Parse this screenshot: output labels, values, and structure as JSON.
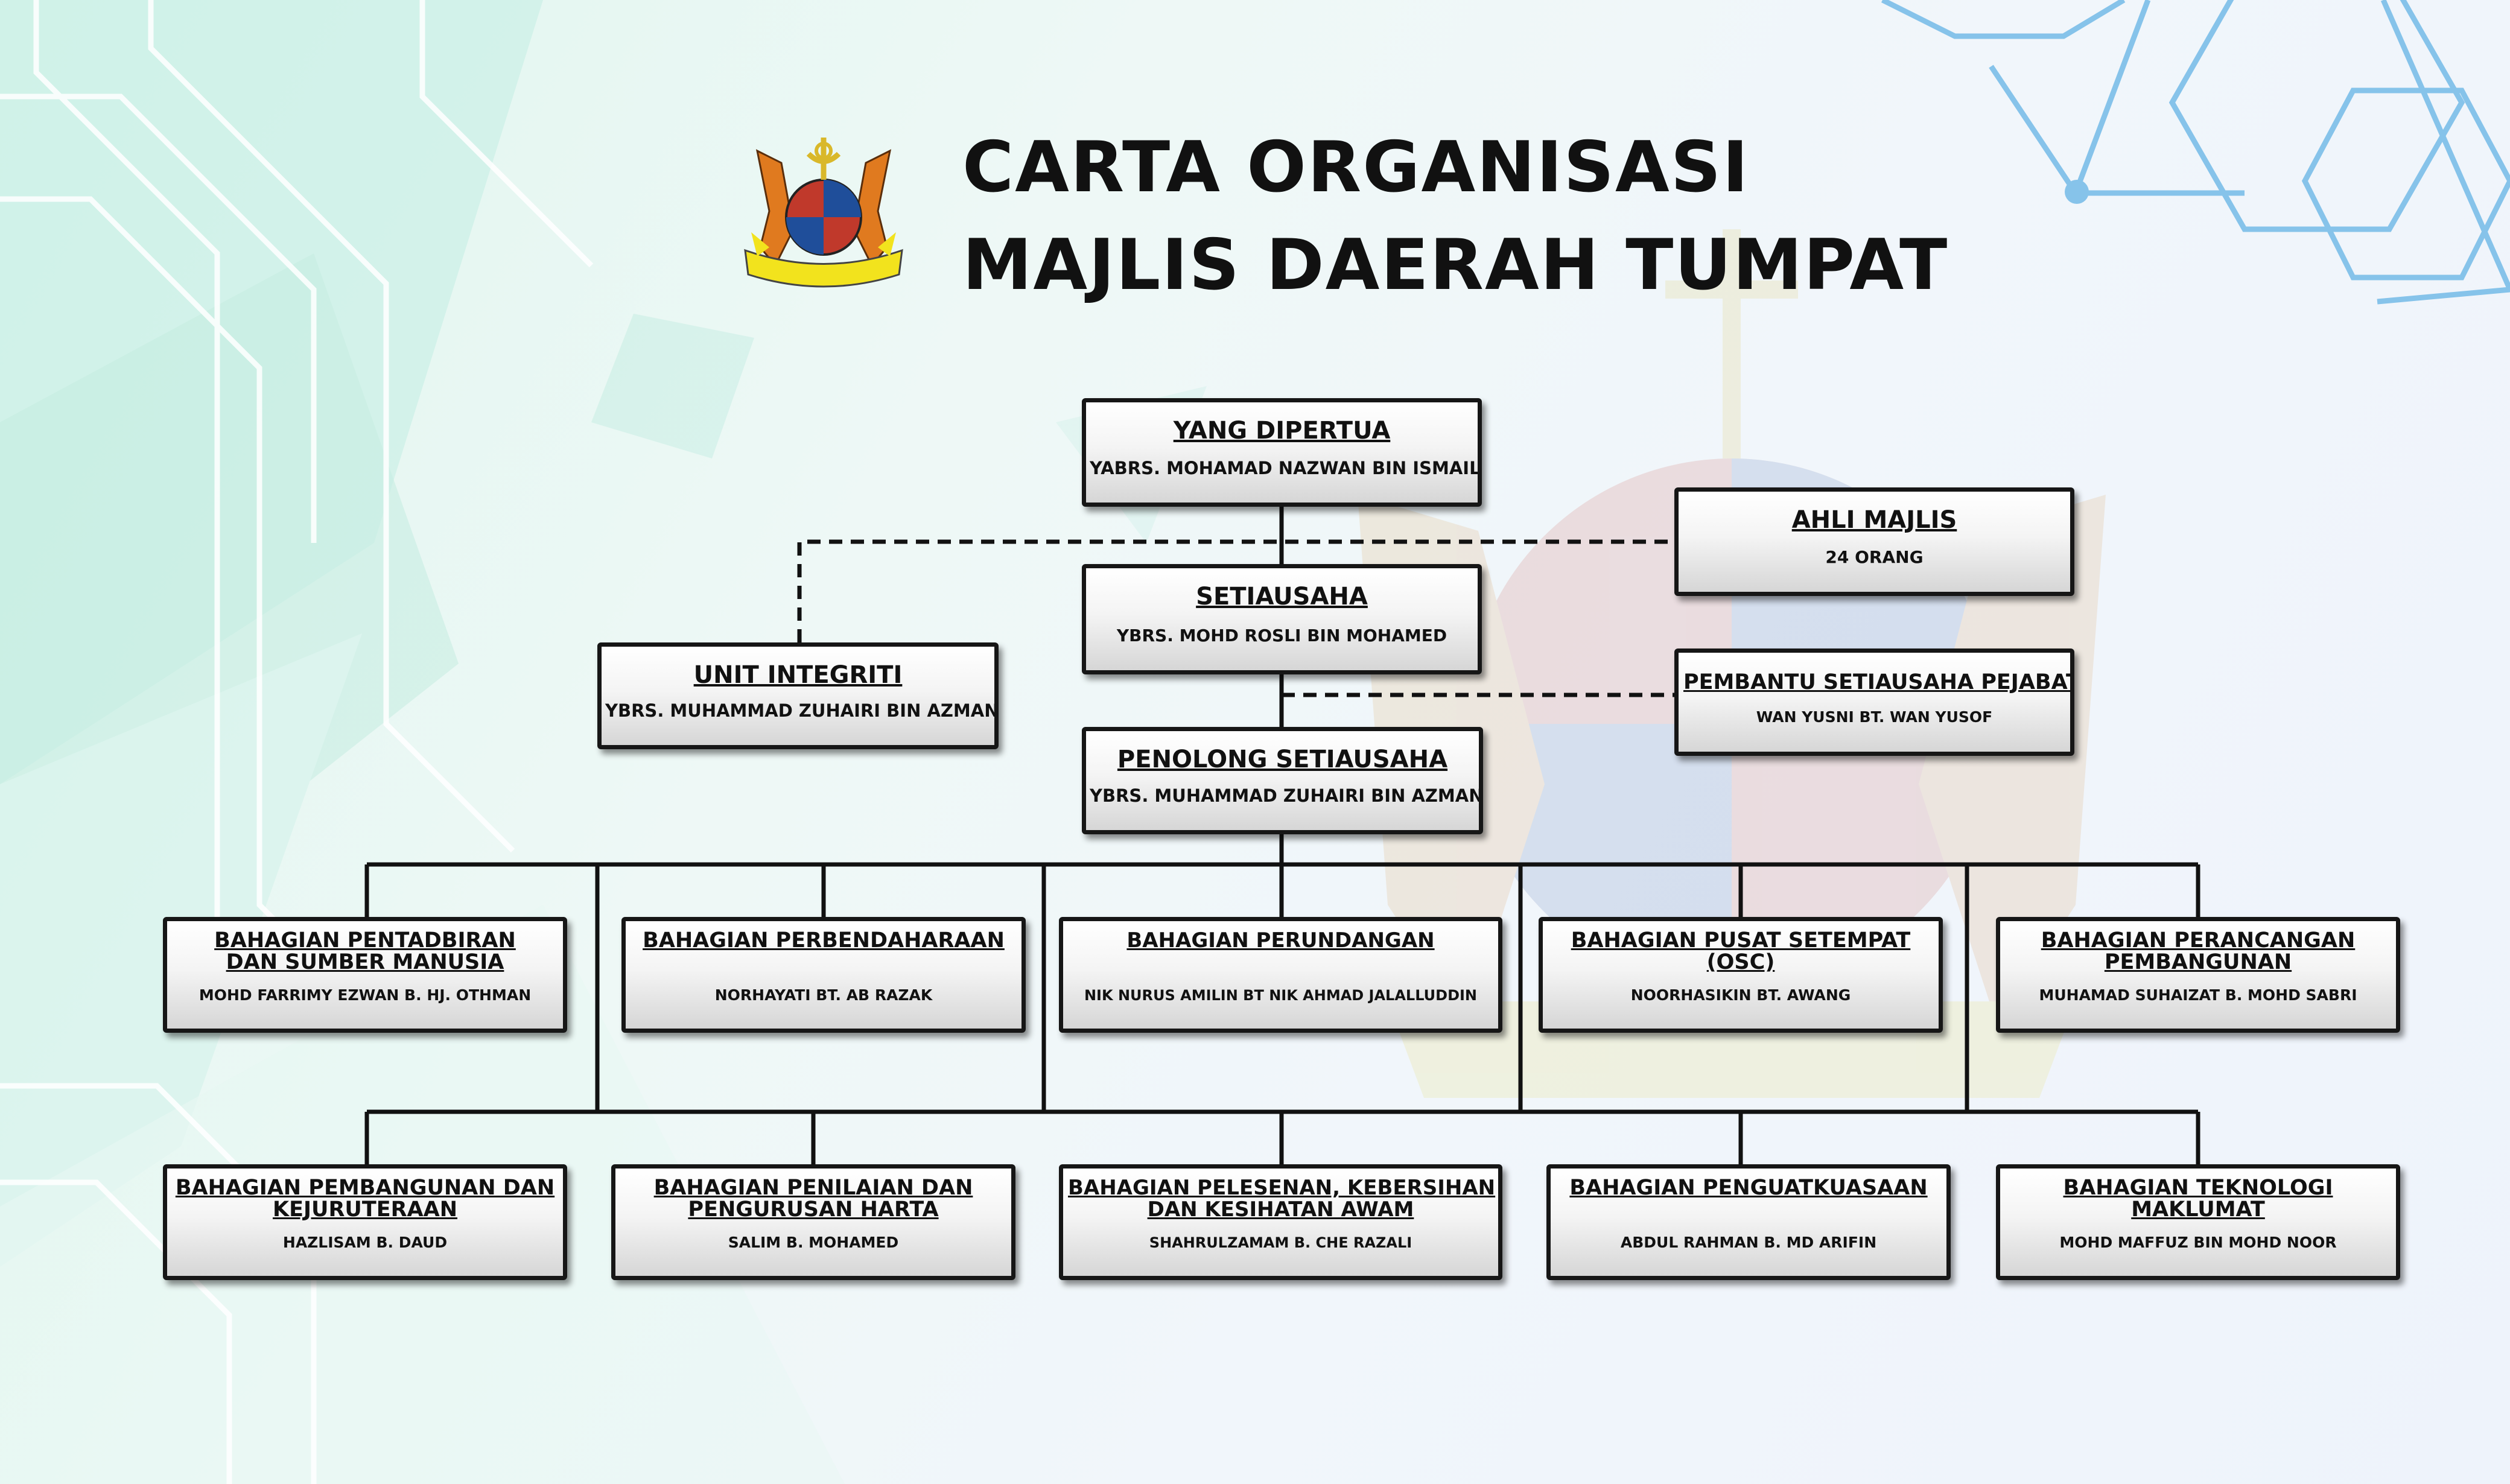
{
  "header": {
    "title_line1": "CARTA ORGANISASI",
    "title_line2": "MAJLIS DAERAH TUMPAT",
    "logo_icon": "mdt-crest-icon"
  },
  "colors": {
    "box_border": "#161616",
    "connector": "#111111",
    "accent_blue": "#7fbfe8",
    "accent_teal": "#8fe3cf"
  },
  "nodes": {
    "yang_dipertua": {
      "title": "YANG DIPERTUA",
      "name": "YABRS. MOHAMAD NAZWAN BIN ISMAIL"
    },
    "ahli_majlis": {
      "title": "AHLI MAJLIS",
      "name": "24 ORANG"
    },
    "setiausaha": {
      "title": "SETIAUSAHA",
      "name": "YBRS. MOHD ROSLI BIN MOHAMED"
    },
    "unit_integriti": {
      "title": "UNIT INTEGRITI",
      "name": "YBRS. MUHAMMAD ZUHAIRI BIN AZMAN"
    },
    "pembantu_setiausaha": {
      "title": "PEMBANTU SETIAUSAHA PEJABAT",
      "name": "WAN YUSNI BT. WAN YUSOF"
    },
    "penolong_setiausaha": {
      "title": "PENOLONG SETIAUSAHA",
      "name": "YBRS. MUHAMMAD ZUHAIRI BIN AZMAN"
    }
  },
  "divisions_row1": [
    {
      "title_l1": "BAHAGIAN PENTADBIRAN",
      "title_l2": "DAN SUMBER MANUSIA",
      "name": "MOHD FARRIMY EZWAN B. HJ. OTHMAN"
    },
    {
      "title_l1": "BAHAGIAN PERBENDAHARAAN",
      "title_l2": "",
      "name": "NORHAYATI BT. AB RAZAK"
    },
    {
      "title_l1": "BAHAGIAN PERUNDANGAN",
      "title_l2": "",
      "name": "NIK NURUS AMILIN BT NIK AHMAD JALALLUDDIN"
    },
    {
      "title_l1": "BAHAGIAN PUSAT SETEMPAT",
      "title_l2": "(OSC)",
      "name": "NOORHASIKIN BT. AWANG"
    },
    {
      "title_l1": "BAHAGIAN PERANCANGAN",
      "title_l2": "PEMBANGUNAN",
      "name": "MUHAMAD SUHAIZAT B. MOHD SABRI"
    }
  ],
  "divisions_row2": [
    {
      "title_l1": "BAHAGIAN PEMBANGUNAN DAN",
      "title_l2": "KEJURUTERAAN",
      "name": "HAZLISAM B. DAUD"
    },
    {
      "title_l1": "BAHAGIAN PENILAIAN DAN",
      "title_l2": "PENGURUSAN HARTA",
      "name": "SALIM B. MOHAMED"
    },
    {
      "title_l1": "BAHAGIAN PELESENAN, KEBERSIHAN",
      "title_l2": "DAN KESIHATAN AWAM",
      "name": "SHAHRULZAMAM B. CHE RAZALI"
    },
    {
      "title_l1": "BAHAGIAN PENGUATKUASAAN",
      "title_l2": "",
      "name": "ABDUL RAHMAN B. MD ARIFIN"
    },
    {
      "title_l1": "BAHAGIAN TEKNOLOGI",
      "title_l2": "MAKLUMAT",
      "name": "MOHD MAFFUZ BIN MOHD NOOR"
    }
  ]
}
